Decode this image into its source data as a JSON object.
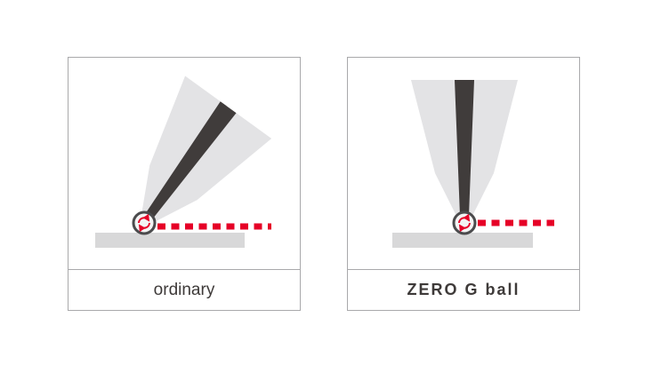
{
  "figure": {
    "panels": [
      {
        "id": "ordinary",
        "label": "ordinary",
        "pen_tilt_deg": 36
      },
      {
        "id": "zero-g-ball",
        "label": "ZERO G ball",
        "pen_tilt_deg": 0
      }
    ],
    "icons": {
      "rotation_icon": "circular-arrows-rotation"
    }
  },
  "colors": {
    "accent_red": "#e60027",
    "pen_body": "#e3e3e5",
    "pen_core": "#403c3b",
    "ball_fill": "#f3f3f3",
    "ball_ring": "#4b4b4d",
    "surface": "#d8d8d9",
    "panel_border": "#a9a9ab",
    "label_text": "#3e3a39",
    "background": "#ffffff"
  }
}
